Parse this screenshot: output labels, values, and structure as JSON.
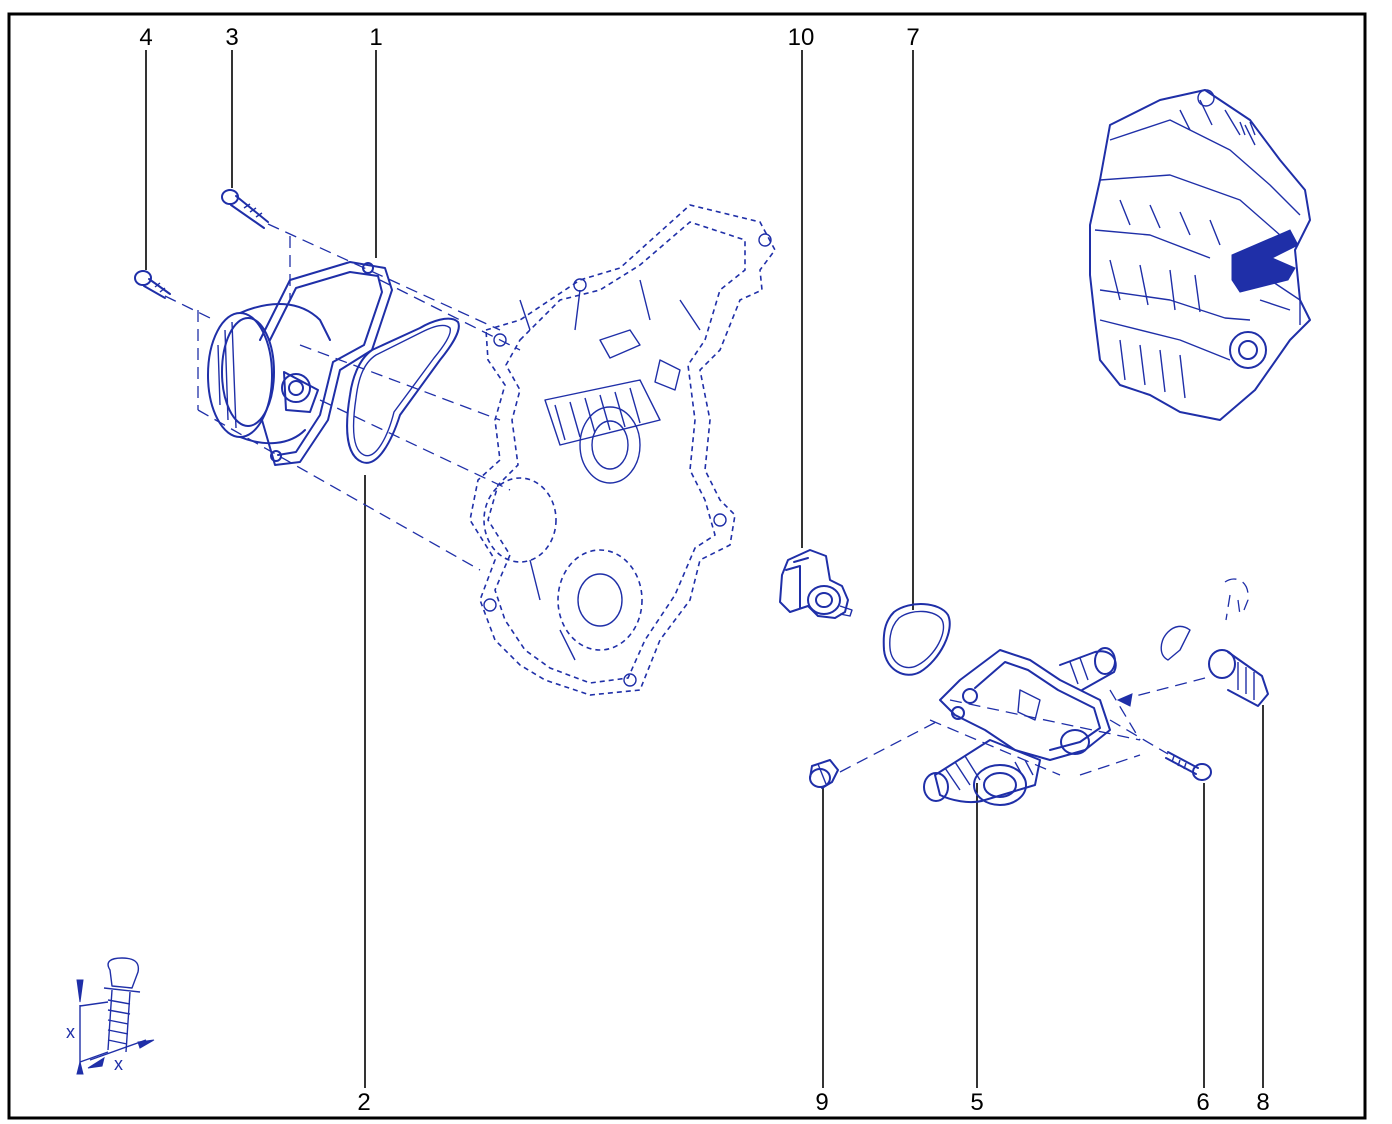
{
  "callouts": {
    "c1": "1",
    "c2": "2",
    "c3": "3",
    "c4": "4",
    "c5": "5",
    "c6": "6",
    "c7": "7",
    "c8": "8",
    "c9": "9",
    "c10": "10"
  },
  "legend": {
    "x_vertical": "x",
    "x_horizontal": "x"
  },
  "colors": {
    "line_art": "#1f2fa8",
    "callouts": "#000000",
    "border": "#000000"
  }
}
